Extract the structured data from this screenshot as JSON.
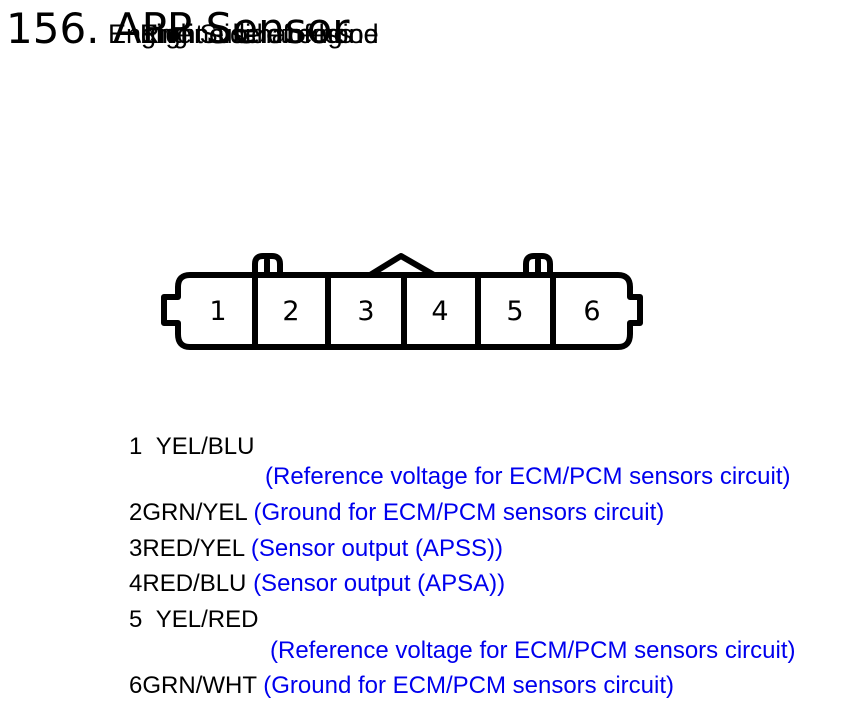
{
  "title": "156. APP Sensor",
  "subtitle_overlay": [
    "Engine Sub-harness",
    "Right side of engine",
    "Engine side of hood"
  ],
  "colors": {
    "description_text": "#0000ee",
    "outline": "#000000",
    "background": "#ffffff"
  },
  "connector": {
    "pins": [
      "1",
      "2",
      "3",
      "4",
      "5",
      "6"
    ]
  },
  "pins": [
    {
      "num": "1",
      "wire": "YEL/BLU",
      "desc": "(Reference voltage for ECM/PCM sensors circuit)"
    },
    {
      "num": "2",
      "wire": "GRN/YEL",
      "desc": "(Ground for ECM/PCM sensors circuit)"
    },
    {
      "num": "3",
      "wire": "RED/YEL",
      "desc": "(Sensor output (APSS))"
    },
    {
      "num": "4",
      "wire": "RED/BLU",
      "desc": "(Sensor output (APSA))"
    },
    {
      "num": "5",
      "wire": "YEL/RED",
      "desc": "(Reference voltage for ECM/PCM sensors circuit)"
    },
    {
      "num": "6",
      "wire": "GRN/WHT",
      "desc": "(Ground for ECM/PCM sensors circuit)"
    }
  ]
}
